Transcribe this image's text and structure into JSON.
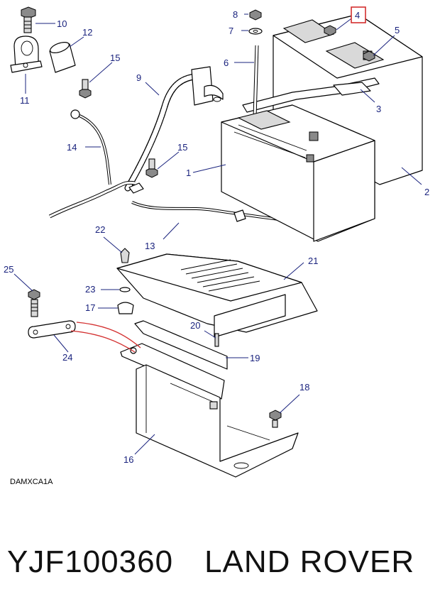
{
  "diagram": {
    "reference_code": "DAMXCA1A",
    "highlight_color": "#d32f2f",
    "callout_color": "#1a237e",
    "callouts": {
      "c1": "1",
      "c2": "2",
      "c3": "3",
      "c4": "4",
      "c5": "5",
      "c6": "6",
      "c7": "7",
      "c8": "8",
      "c9": "9",
      "c10": "10",
      "c11": "11",
      "c12": "12",
      "c13": "13",
      "c14": "14",
      "c15a": "15",
      "c15b": "15",
      "c16": "16",
      "c17": "17",
      "c18": "18",
      "c19": "19",
      "c20": "20",
      "c21": "21",
      "c22": "22",
      "c23": "23",
      "c24": "24",
      "c25": "25"
    },
    "highlighted_callout": "4"
  },
  "footer": {
    "part_number": "YJF100360",
    "brand": "LAND ROVER"
  }
}
